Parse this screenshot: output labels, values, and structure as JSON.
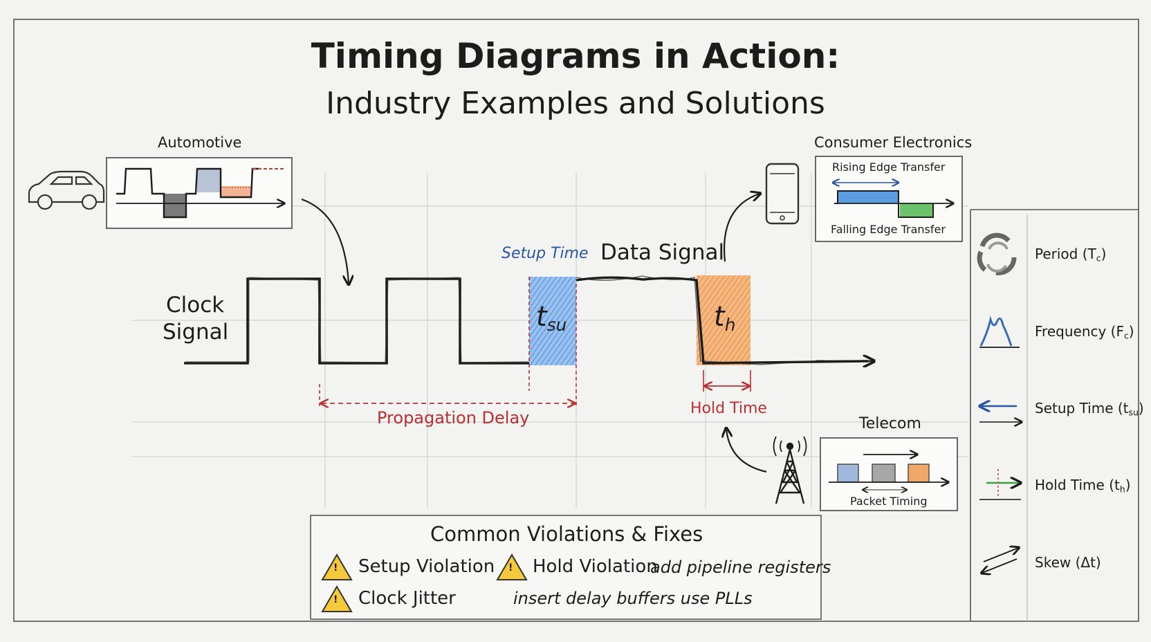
{
  "title": "Timing Diagrams in Action:",
  "subtitle": "Industry Examples and Solutions",
  "automotive": {
    "label": "Automotive"
  },
  "consumer": {
    "label": "Consumer Electronics",
    "rising": "Rising Edge Transfer",
    "falling": "Falling Edge Transfer"
  },
  "telecom": {
    "label": "Telecom",
    "packet": "Packet Timing"
  },
  "signals": {
    "clock_line1": "Clock",
    "clock_line2": "Signal",
    "data": "Data Signal",
    "setup_time": "Setup Time",
    "t_su_main": "t",
    "t_su_sub": "su",
    "t_h_main": "t",
    "t_h_sub": "h",
    "propagation": "Propagation Delay",
    "hold_time": "Hold Time"
  },
  "violations": {
    "title": "Common Violations & Fixes",
    "setup": "Setup Violation",
    "hold": "Hold Violation",
    "hold_fix": "add pipeline registers",
    "jitter": "Clock Jitter",
    "jitter_fix": "insert delay buffers  use PLLs",
    "warn_glyph": "!"
  },
  "legend": [
    {
      "label": "Period (T",
      "sub": "c",
      "close": ")",
      "icon": "cycle-icon"
    },
    {
      "label": "Frequency (F",
      "sub": "c",
      "close": ")",
      "icon": "frequency-wave-icon"
    },
    {
      "label": "Setup Time (t",
      "sub": "su",
      "close": ")",
      "icon": "setup-arrow-icon"
    },
    {
      "label": "Hold Time (t",
      "sub": "h",
      "close": ")",
      "icon": "hold-arrow-icon"
    },
    {
      "label": "Skew (Δt)",
      "sub": "",
      "close": "",
      "icon": "skew-arrows-icon"
    }
  ],
  "colors": {
    "ink": "#1c1c1c",
    "setup_blue": "#5b9be0",
    "hold_orange": "#ef9a4a",
    "delay_red": "#b83030",
    "label_blue": "#2a56a8",
    "warning_yellow": "#f6c83c",
    "rising_blue": "#5b9be0",
    "falling_green": "#6cc36c",
    "packet_blue": "#9fb8dc",
    "packet_gray": "#a7a7a7",
    "packet_orange": "#f0a868"
  }
}
